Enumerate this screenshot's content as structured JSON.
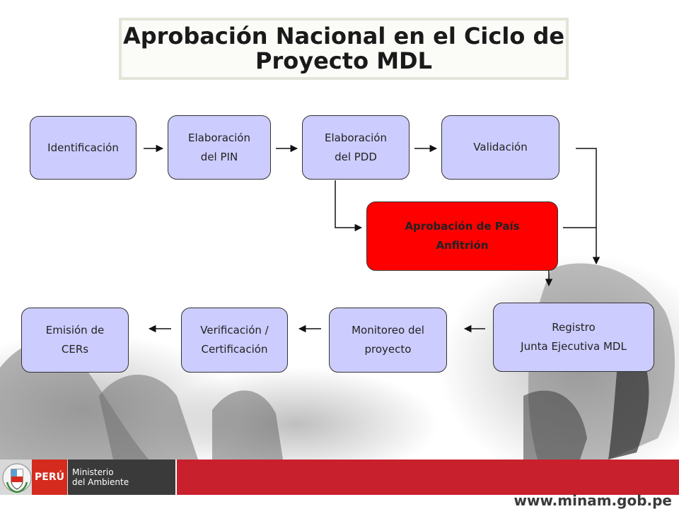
{
  "title": {
    "line1": "Aprobación Nacional en el Ciclo de",
    "line2": "Proyecto MDL"
  },
  "steps": {
    "identificacion": [
      "Identificación"
    ],
    "pin": [
      "Elaboración",
      "del PIN"
    ],
    "pdd": [
      "Elaboración",
      "del PDD"
    ],
    "validacion": [
      "Validación"
    ],
    "aprobacion": [
      "Aprobación de País",
      "Anfitrión"
    ],
    "registro": [
      "Registro",
      "Junta Ejecutiva MDL"
    ],
    "monitoreo": [
      "Monitoreo del",
      "proyecto"
    ],
    "verificacion": [
      "Verificación /",
      "Certificación"
    ],
    "emision": [
      "Emisión de",
      "CERs"
    ]
  },
  "colors": {
    "step_fill": "#ccccff",
    "highlight_fill": "#ff0000",
    "footer_red": "#c8202c"
  },
  "footer": {
    "country": "PERÚ",
    "ministry_line1": "Ministerio",
    "ministry_line2": "del Ambiente",
    "url": "www.minam.gob.pe",
    "shield_icon": "national-shield-icon"
  }
}
